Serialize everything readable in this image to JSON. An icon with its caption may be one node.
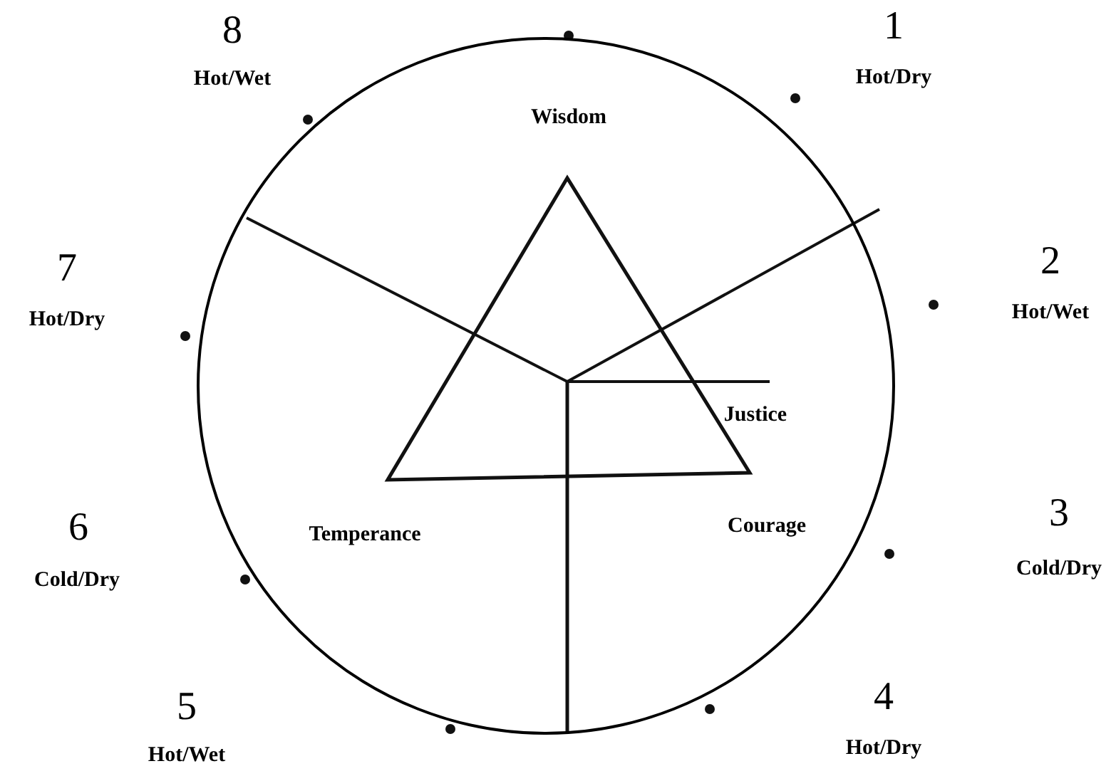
{
  "diagram": {
    "nodes": [
      {
        "text": [],
        "shape": "circle"
      },
      {
        "text": [],
        "shape": "triangle",
        "in": 0
      }
    ],
    "labels": [
      "8",
      "1",
      "Hot/Wet",
      "Hot/Dry",
      "Wisdom",
      "7",
      "2",
      "Hot/Dry",
      "Hot/Wet",
      "Justice",
      "6",
      "Temperance",
      "Courage",
      "3",
      "Cold/Dry",
      "Cold/Dry",
      "5",
      "4",
      "Hot/Wet",
      "Hot/Dry"
    ]
  }
}
